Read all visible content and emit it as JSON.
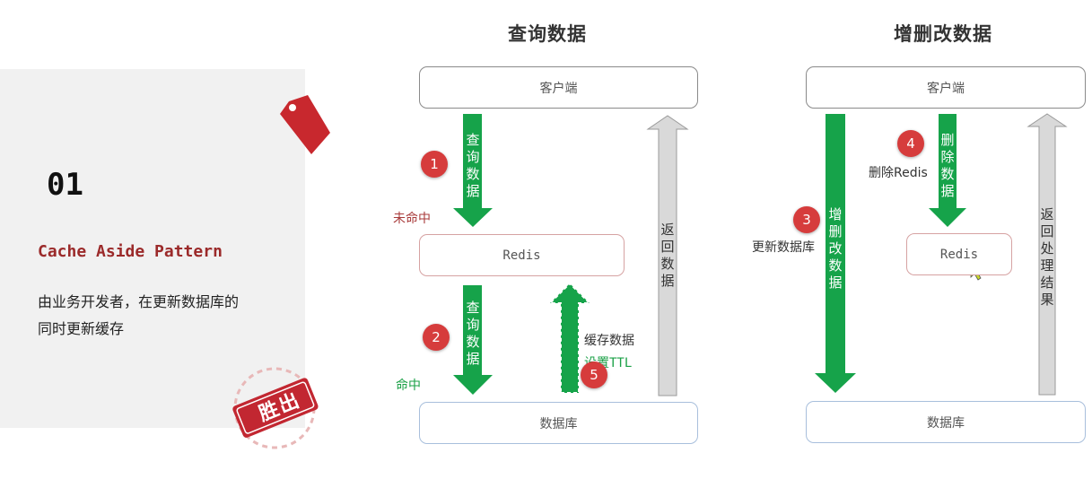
{
  "card": {
    "number": "01",
    "pattern": "Cache Aside Pattern",
    "description_line1": "由业务开发者，在更新数据库的",
    "description_line2": "同时更新缓存",
    "stamp": "胜出"
  },
  "query": {
    "title": "查询数据",
    "client": "客户端",
    "redis": "Redis",
    "db": "数据库",
    "step1_num": "1",
    "step1_label": "查询数据",
    "miss": "未命中",
    "step2_num": "2",
    "step2_label": "查询数据",
    "hit": "命中",
    "step5_num": "5",
    "step5_label_line1": "缓存数据",
    "step5_label_line2": "设置TTL",
    "return_label": "返回数据"
  },
  "update": {
    "title": "增删改数据",
    "client": "客户端",
    "redis": "Redis",
    "db": "数据库",
    "step3_num": "3",
    "step3_label": "增删改数据",
    "step3_note": "更新数据库",
    "step4_num": "4",
    "step4_label": "删除数据",
    "step4_note": "删除Redis",
    "return_label": "返回处理结果"
  },
  "colors": {
    "green": "#16a34a",
    "gray": "#d9d9d9",
    "red_circle": "#d63c3c",
    "tag": "#c8282e"
  }
}
